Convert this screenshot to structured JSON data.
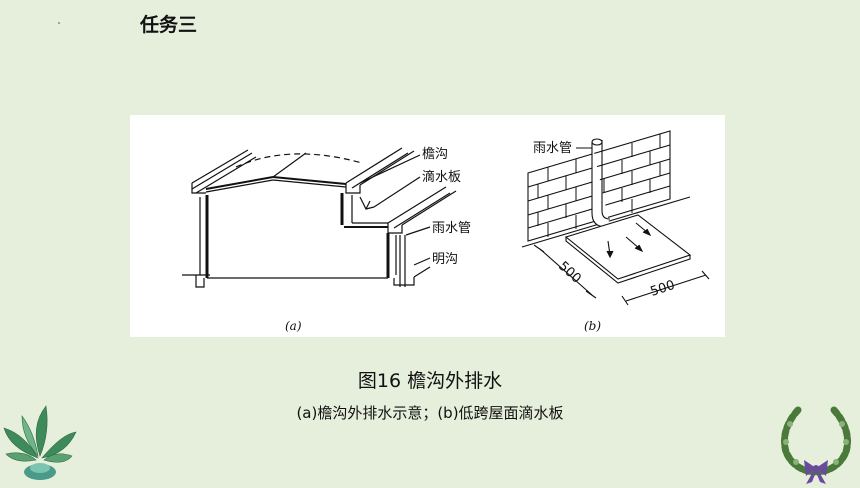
{
  "slide": {
    "title": "任务三",
    "caption": "图16  檐沟外排水",
    "subcaption": "(a)檐沟外排水示意；(b)低跨屋面滴水板"
  },
  "figure": {
    "panel_a": {
      "sublabel": "(a)",
      "labels": [
        "檐沟",
        "滴水板",
        "雨水管",
        "明沟"
      ]
    },
    "panel_b": {
      "sublabel": "(b)",
      "pipe_label": "雨水管",
      "dim_left": "500",
      "dim_right": "500"
    }
  },
  "decorations": {
    "left_icon": "leaf-plant-icon",
    "right_icon": "wreath-icon",
    "colors": {
      "background": "#e6eedc",
      "leaf": "#3f8a5a",
      "wreath": "#4a7a3a",
      "ribbon": "#6a4a9a"
    }
  }
}
